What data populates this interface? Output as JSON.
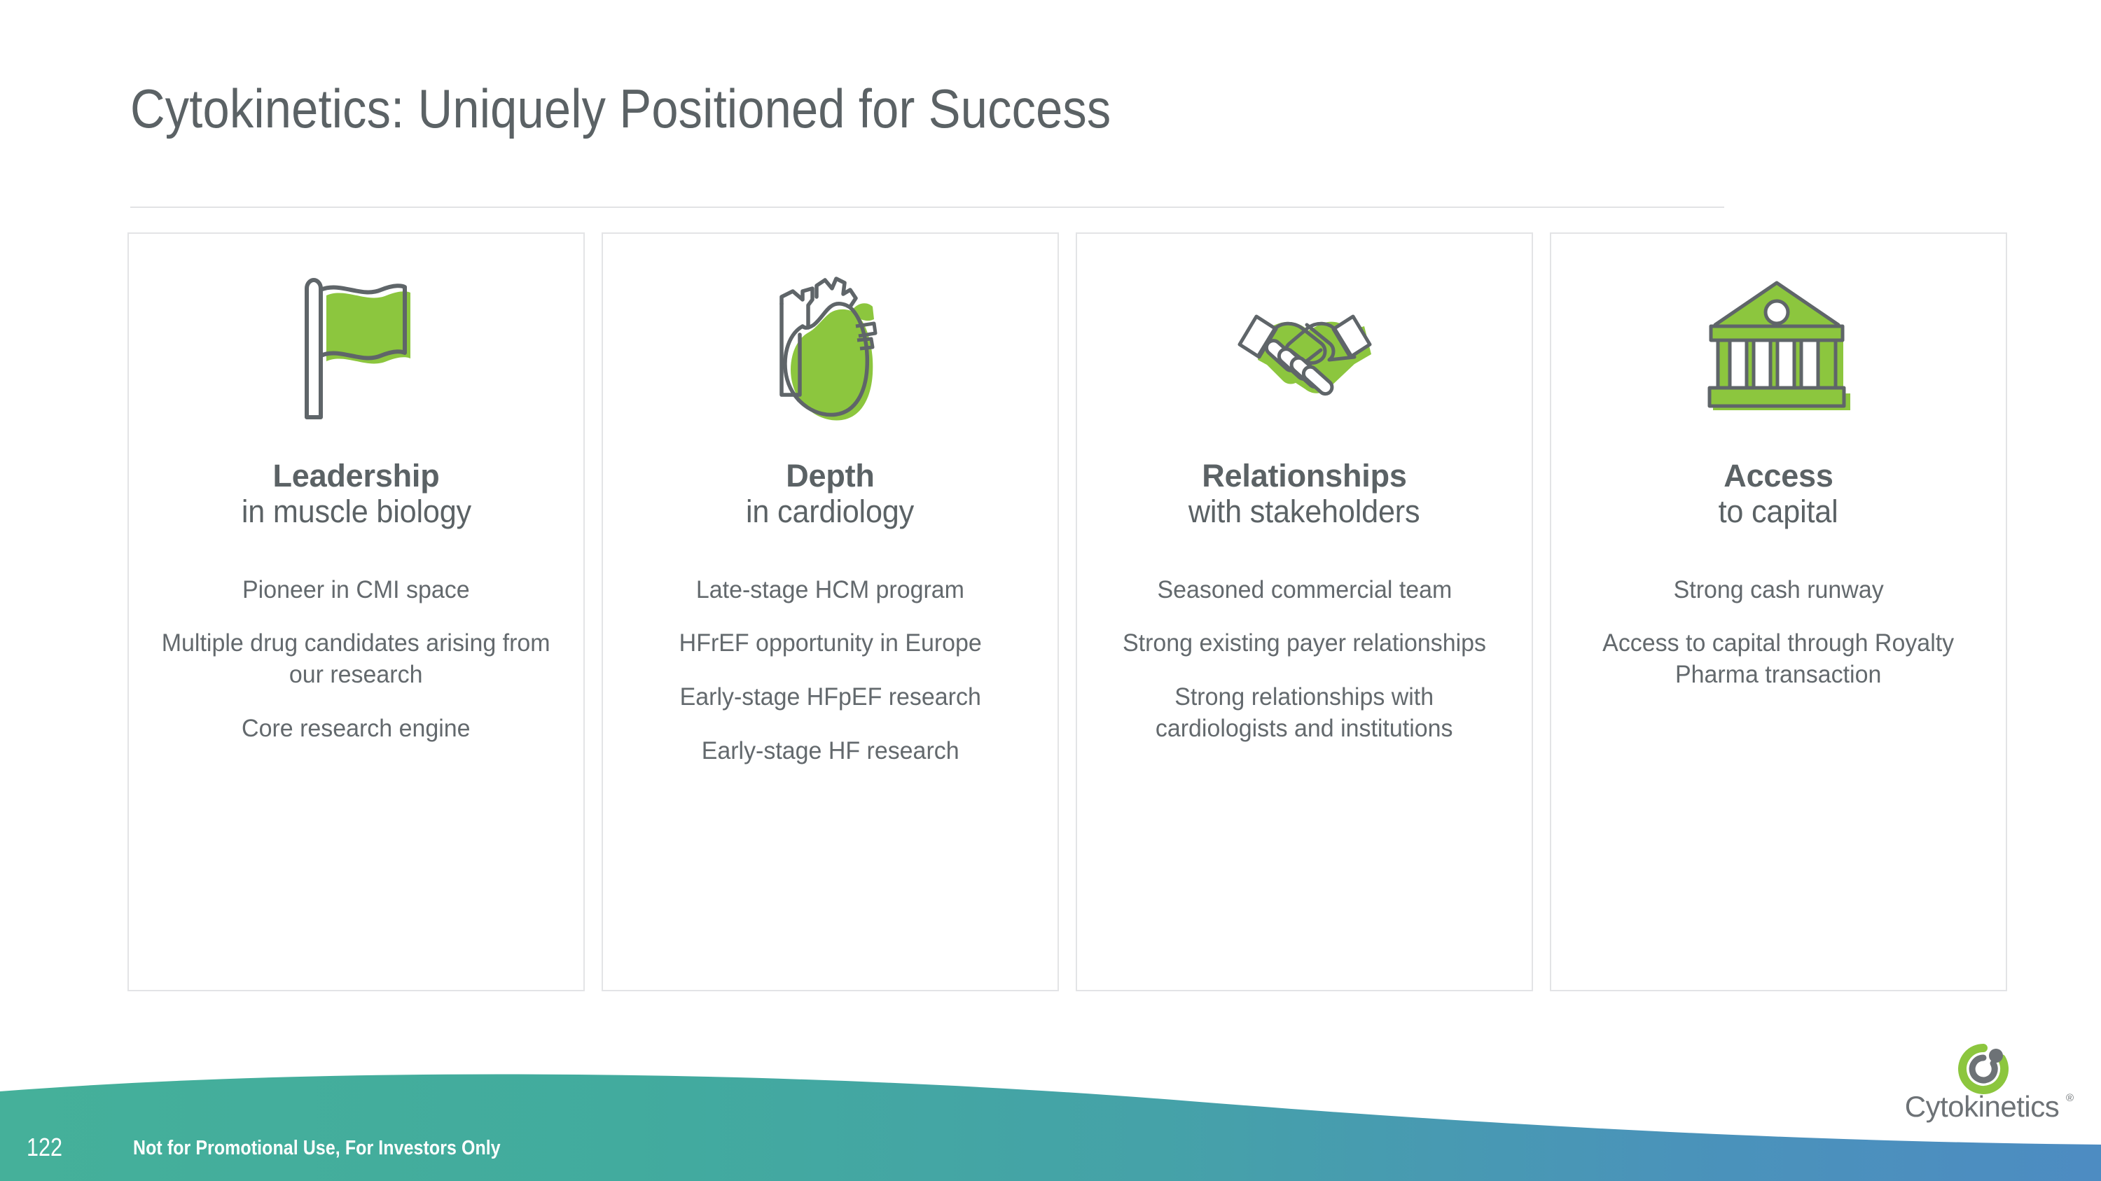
{
  "slide": {
    "title": "Cytokinetics: Uniquely Positioned for Success"
  },
  "colors": {
    "title_gray": "#5b6265",
    "body_gray": "#63696d",
    "icon_green": "#8cc63e",
    "icon_outline_gray": "#5f6569",
    "card_border": "#e3e4e6",
    "footer_teal": "#3fae9b",
    "footer_blue": "#4a90c0",
    "logo_green": "#8cc63e",
    "logo_gray": "#6d7276"
  },
  "cards": [
    {
      "icon": "flag-icon",
      "heading_bold": "Leadership",
      "heading_light": "in muscle biology",
      "bullets": [
        "Pioneer in CMI space",
        "Multiple drug candidates arising from our research",
        "Core research engine"
      ]
    },
    {
      "icon": "heart-icon",
      "heading_bold": "Depth",
      "heading_light": "in cardiology",
      "bullets": [
        "Late-stage HCM program",
        "HFrEF opportunity in Europe",
        "Early-stage HFpEF research",
        "Early-stage HF research"
      ]
    },
    {
      "icon": "handshake-icon",
      "heading_bold": "Relationships",
      "heading_light": "with stakeholders",
      "bullets": [
        "Seasoned commercial team",
        "Strong existing payer relationships",
        "Strong relationships with cardiologists and institutions"
      ]
    },
    {
      "icon": "bank-icon",
      "heading_bold": "Access",
      "heading_light": "to capital",
      "bullets": [
        "Strong cash runway",
        "Access to capital through Royalty Pharma transaction"
      ]
    }
  ],
  "footer": {
    "page_number": "122",
    "disclaimer": "Not for Promotional Use, For Investors Only"
  },
  "logo": {
    "wordmark": "Cytokinetics",
    "trademark": "®"
  }
}
